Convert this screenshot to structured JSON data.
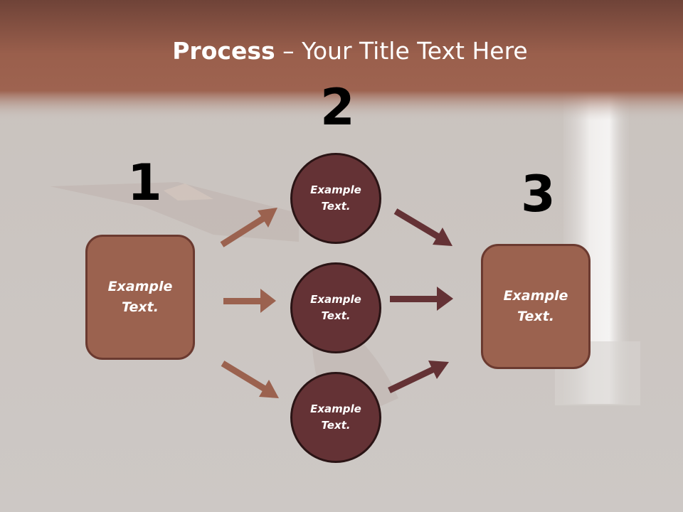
{
  "title": {
    "bold": "Process",
    "rest": " – Your Title Text Here"
  },
  "steps": [
    {
      "number": "1"
    },
    {
      "number": "2"
    },
    {
      "number": "3"
    }
  ],
  "left_box": {
    "text": "Example\nText."
  },
  "right_box": {
    "text": "Example\nText."
  },
  "circles": [
    {
      "text": "Example\nText."
    },
    {
      "text": "Example\nText."
    },
    {
      "text": "Example\nText."
    }
  ],
  "colors": {
    "header": "#8f5444",
    "box_fill": "#9b624f",
    "circle_fill": "#643235",
    "arrow_light": "#9b624f",
    "arrow_dark": "#643235"
  }
}
